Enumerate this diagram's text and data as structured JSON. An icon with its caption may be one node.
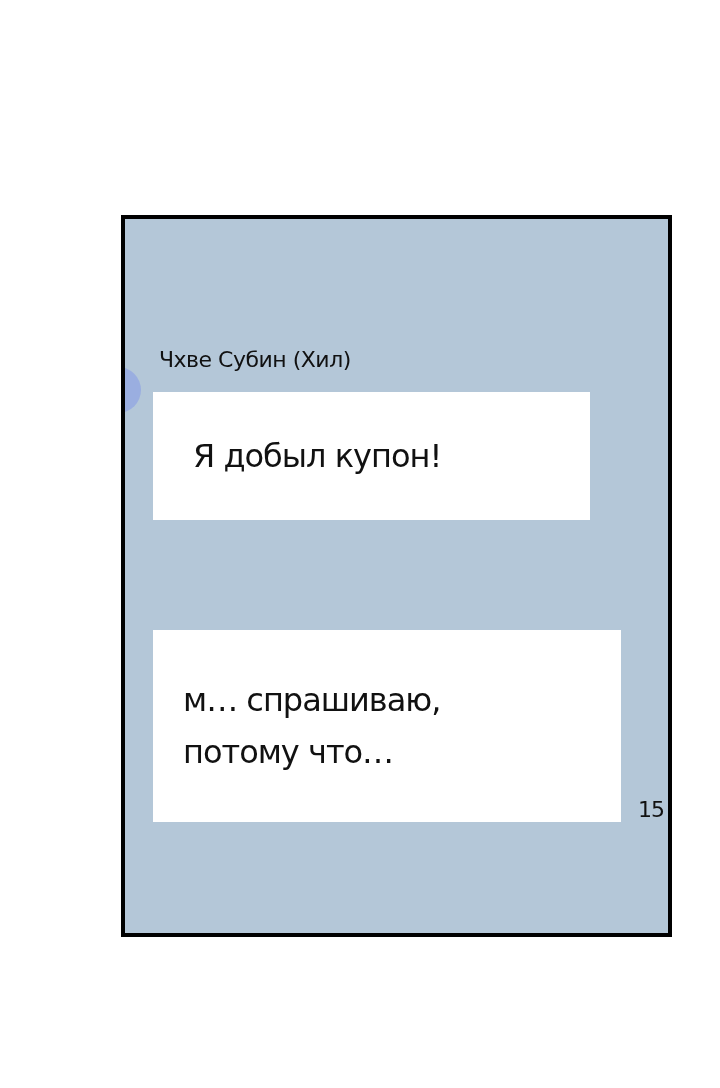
{
  "diagram": {
    "nodes": [
      {
        "text": [],
        "shape": "box"
      },
      {
        "text": [
          "Я добыл купон!"
        ],
        "in": 0,
        "beside": [
          "Чхве Субин (Хил)"
        ]
      },
      {
        "text": [
          "м… спрашиваю, потому что…"
        ],
        "in": 0
      }
    ],
    "labels": [
      "15"
    ]
  }
}
